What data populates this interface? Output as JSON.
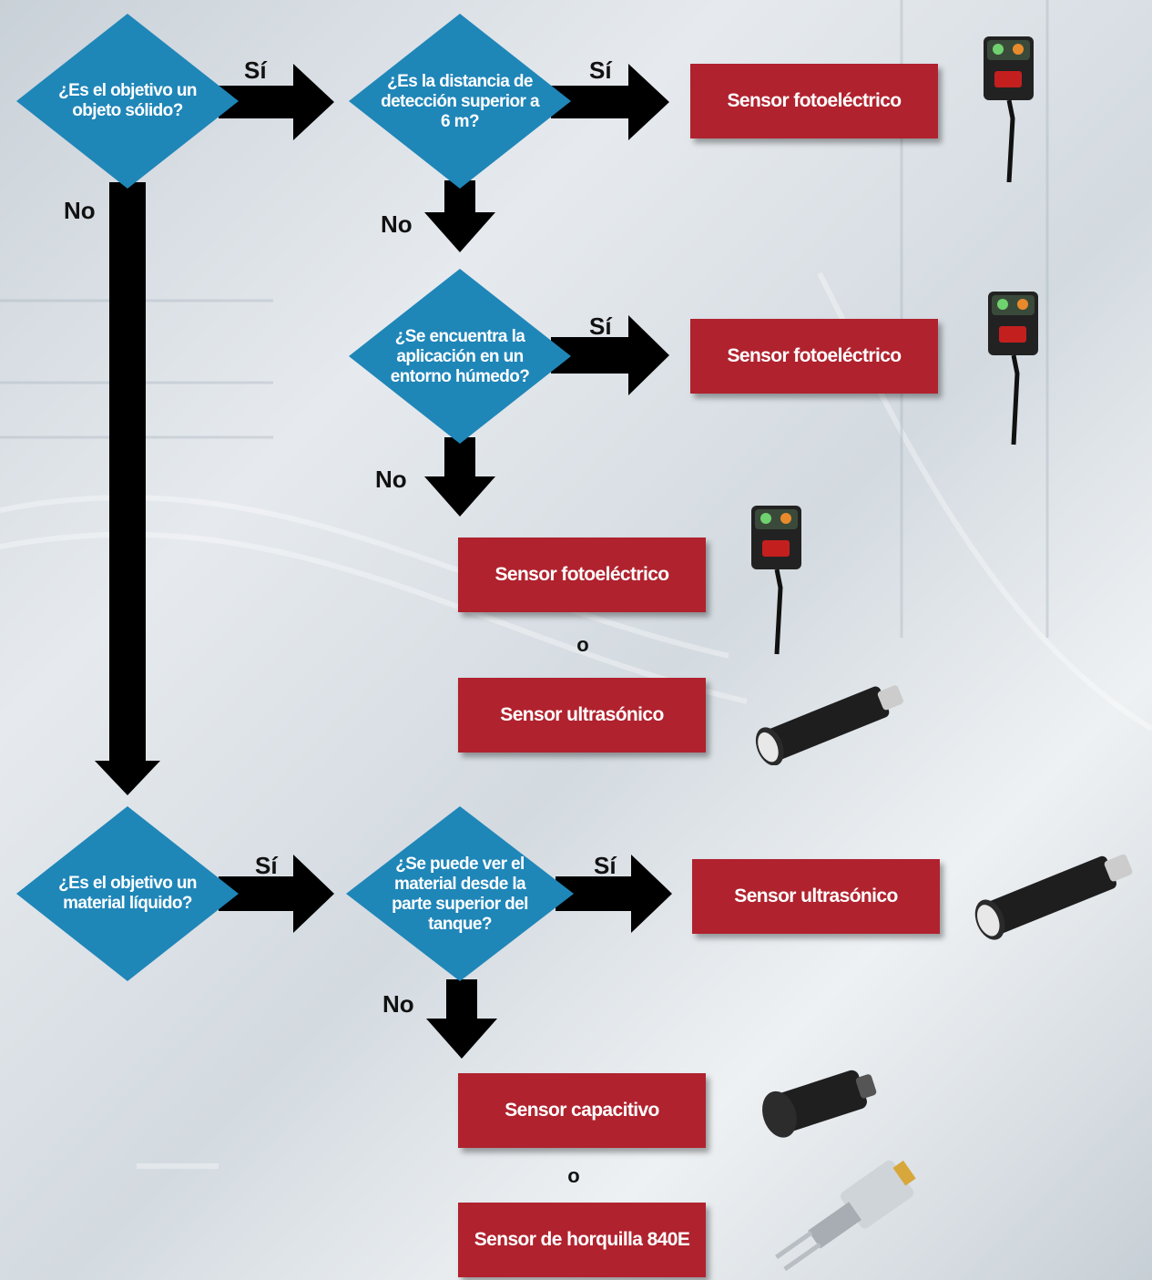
{
  "decisions": {
    "solid_object": "¿Es el objetivo un objeto sólido?",
    "distance": "¿Es la distancia de detección superior a 6 m?",
    "humid": "¿Se encuentra la aplicación en un entorno húmedo?",
    "liquid": "¿Es el objetivo un material líquido?",
    "visible_top": "¿Se puede ver el material desde la parte superior del tanque?"
  },
  "results": {
    "photo_1": "Sensor fotoeléctrico",
    "photo_2": "Sensor fotoeléctrico",
    "photo_3": "Sensor fotoeléctrico",
    "ultra_1": "Sensor ultrasónico",
    "ultra_2": "Sensor ultrasónico",
    "capacitive": "Sensor capacitivo",
    "fork": "Sensor de horquilla 840E"
  },
  "labels": {
    "yes": "Sí",
    "no": "No",
    "or": "o"
  },
  "colors": {
    "decision": "#1f86b8",
    "result": "#b0222e",
    "arrow": "#000000"
  },
  "icons": [
    "photoelectric-sensor-icon",
    "ultrasonic-sensor-icon",
    "capacitive-sensor-icon",
    "fork-sensor-icon"
  ]
}
